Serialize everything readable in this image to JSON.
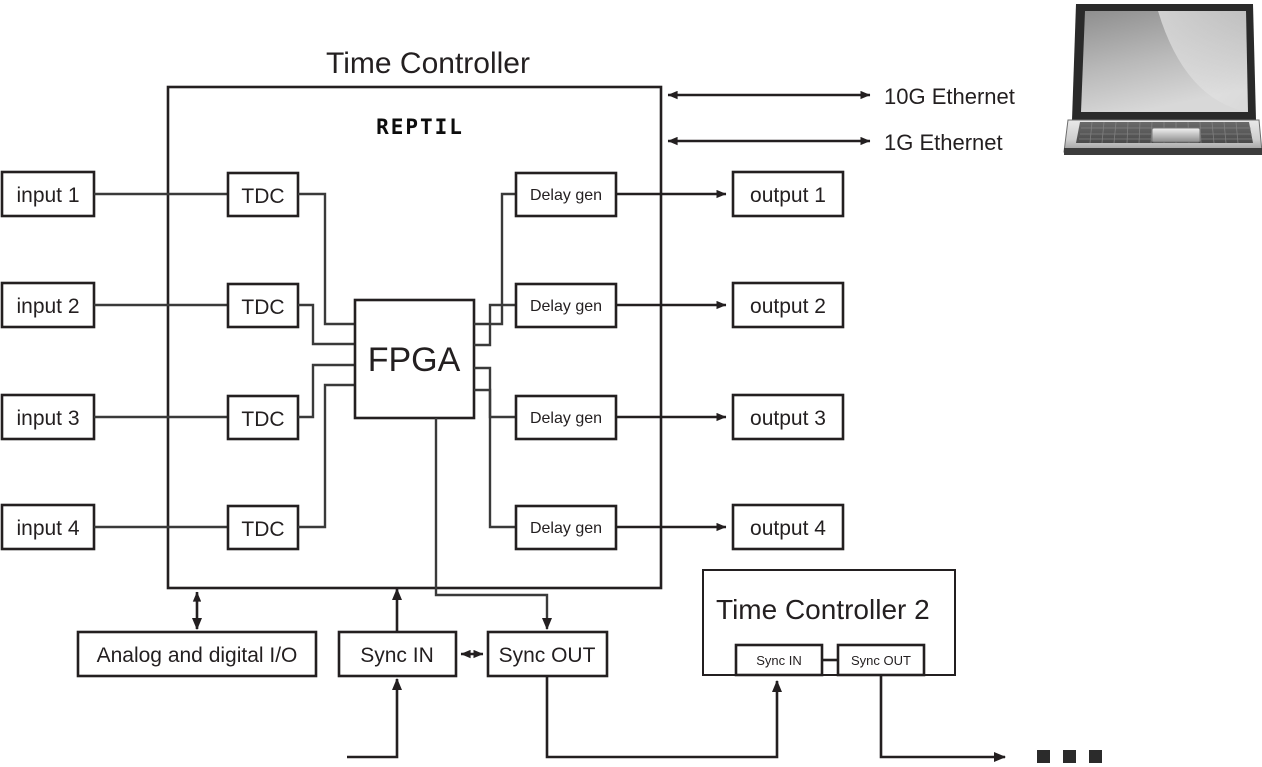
{
  "diagram": {
    "title": "Time Controller",
    "brand": "REPTIL",
    "core": {
      "label": "FPGA"
    },
    "inputs": [
      {
        "label": "input 1"
      },
      {
        "label": "input 2"
      },
      {
        "label": "input 3"
      },
      {
        "label": "input 4"
      }
    ],
    "tdcs": [
      {
        "label": "TDC"
      },
      {
        "label": "TDC"
      },
      {
        "label": "TDC"
      },
      {
        "label": "TDC"
      }
    ],
    "delay_gens": [
      {
        "label": "Delay gen"
      },
      {
        "label": "Delay gen"
      },
      {
        "label": "Delay gen"
      },
      {
        "label": "Delay gen"
      }
    ],
    "outputs": [
      {
        "label": "output 1"
      },
      {
        "label": "output 2"
      },
      {
        "label": "output 3"
      },
      {
        "label": "output 4"
      }
    ],
    "links": [
      {
        "label": "10G Ethernet"
      },
      {
        "label": "1G Ethernet"
      }
    ],
    "io_block": {
      "label": "Analog and digital I/O"
    },
    "sync_in": {
      "label": "Sync IN"
    },
    "sync_out": {
      "label": "Sync OUT"
    },
    "second_controller": {
      "title": "Time Controller 2",
      "sync_in": "Sync IN",
      "sync_out": "Sync OUT"
    },
    "continuation": {
      "label": "..."
    },
    "computer": {
      "name": "laptop-illustration"
    },
    "colors": {
      "line": "#3a3a3a",
      "line_bold": "#231f20",
      "text": "#231f20",
      "background": "#ffffff"
    }
  }
}
